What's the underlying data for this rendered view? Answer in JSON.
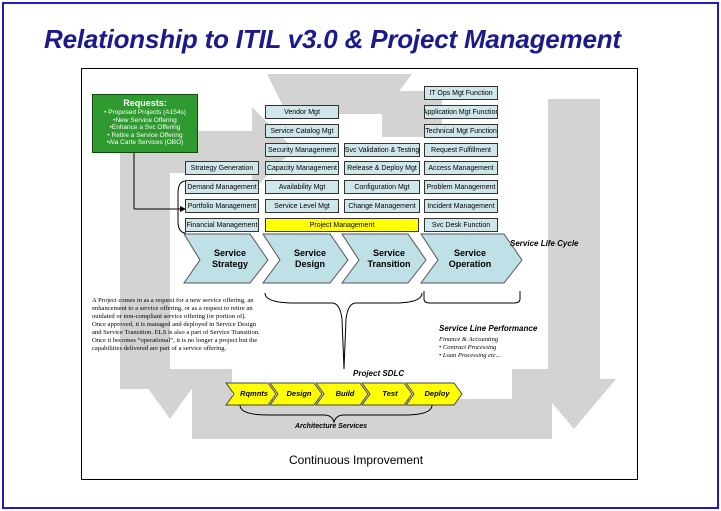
{
  "title": "Relationship to ITIL v3.0 & Project Management",
  "colors": {
    "accent_blue": "#1c1cc8",
    "title_blue": "#1a1a8c",
    "box_fill": "#cfe6ea",
    "chevron_fill": "#bfe0e6",
    "project_yellow": "#ffff00",
    "requests_green": "#2f9a2f",
    "background_arrows": "#d0d0d0"
  },
  "requests": {
    "title": "Requests:",
    "items": [
      "• Proposed Projects (A154s)",
      "•New Service Offering",
      "•Enhance a Svc Offering",
      "• Retire a Service Offering",
      "•Ala Carte Services (OBO)"
    ]
  },
  "boxes": {
    "strategy_generation": "Strategy Generation",
    "demand_management": "Demand Management",
    "portfolio_management": "Portfolio Management",
    "financial_management": "Financial Management",
    "vendor_mgt": "Vendor Mgt",
    "service_catalog_mgt": "Service Catalog Mgt",
    "security_management": "Security Management",
    "capacity_management": "Capacity Management",
    "availability_mgt": "Availability Mgt",
    "service_level_mgt": "Service Level Mgt",
    "project_management": "Project Management",
    "svc_validation_testing": "Svc Validation & Testing",
    "release_deploy_mgt": "Release & Deploy Mgt",
    "configuration_mgt": "Configuration Mgt",
    "change_management": "Change Management",
    "it_ops_mgt_function": "IT Ops Mgt Function",
    "application_mgt_function": "Application Mgt Function",
    "technical_mgt_function": "Technical Mgt Function",
    "request_fulfillment": "Request Fulfillment",
    "access_management": "Access Management",
    "problem_management": "Problem Management",
    "incident_management": "Incident Management",
    "svc_desk_function": "Svc Desk Function"
  },
  "lifecycle": {
    "label": "Service Life Cycle",
    "stages": [
      {
        "line1": "Service",
        "line2": "Strategy"
      },
      {
        "line1": "Service",
        "line2": "Design"
      },
      {
        "line1": "Service",
        "line2": "Transition"
      },
      {
        "line1": "Service",
        "line2": "Operation"
      }
    ]
  },
  "description": {
    "p1": "A Project comes in as a request for a new service offering, an enhancement to a service offering, or as a request to retire an outdated or non-compliant service offering (or portion of).",
    "p2": "Once approved, it is managed and deployed in Service Design and Service Transition.  ELS is also a part of Service Transition.  Once it becomes “operational”, it is no longer a project but the capabilities delivered are part of a service offering."
  },
  "service_line_performance": {
    "title": "Service Line Performance",
    "items": [
      "Finance & Accounting",
      "• Contract Processing",
      "• Loan Processing  etc..."
    ]
  },
  "sdlc": {
    "label": "Project SDLC",
    "steps": [
      "Rqmnts",
      "Design",
      "Build",
      "Test",
      "Deploy"
    ]
  },
  "architecture_services": "Architecture Services",
  "continuous_improvement": "Continuous Improvement"
}
